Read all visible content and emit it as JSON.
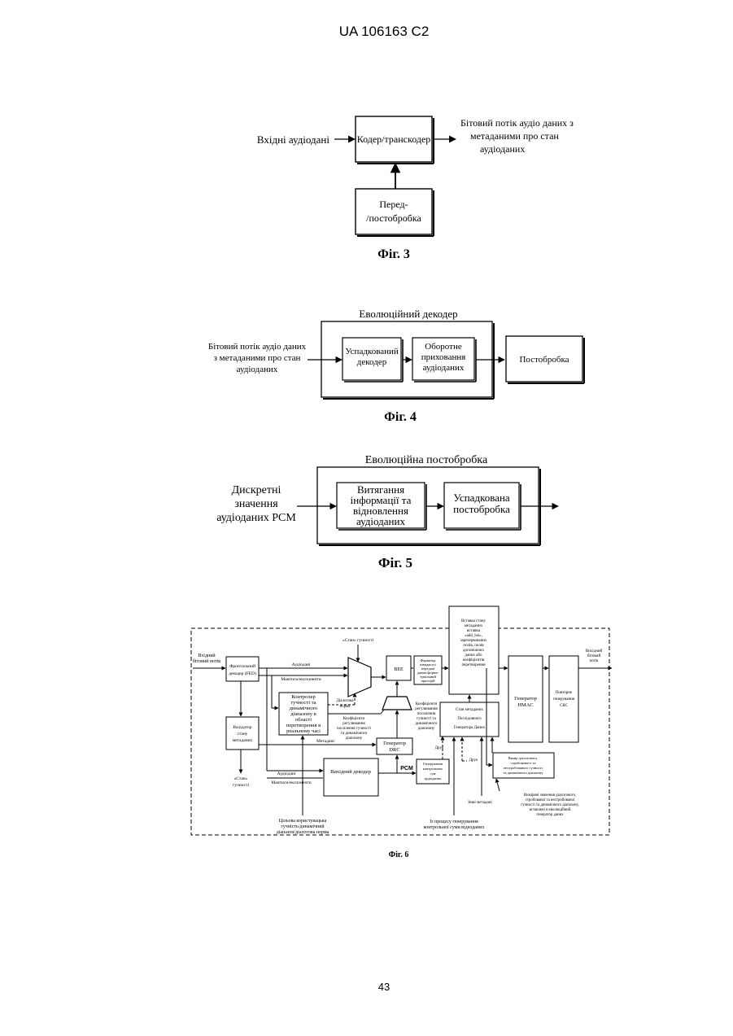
{
  "header": {
    "doc_number": "UA   106163   C2"
  },
  "page_number": "43",
  "fig3": {
    "input_label": "Вхідні аудіодані",
    "encoder_label": "Кодер/транскодер",
    "output_lines": [
      "Бітовий потік аудіо даних з",
      "метаданими про стан",
      "аудіоданих"
    ],
    "pre_lines": [
      "Перед-",
      "/постобробка"
    ],
    "caption": "Фіг. 3"
  },
  "fig4": {
    "title": "Еволюційний декодер",
    "input_lines": [
      "Бітовий потік аудіо даних",
      "з метаданими про стан",
      "аудіоданих"
    ],
    "legacy_decoder_lines": [
      "Успадкований",
      "декодер"
    ],
    "reverse_hiding_lines": [
      "Оборотне",
      "приховання",
      "аудіоданих"
    ],
    "postprocessing": "Постобробка",
    "caption": "Фіг. 4"
  },
  "fig5": {
    "title": "Еволюційна постобробка",
    "input_lines": [
      "Дискретні",
      "значення",
      "аудіоданих PCM"
    ],
    "extract_lines": [
      "Витягання",
      "інформації та",
      "відновлення",
      "аудіоданих"
    ],
    "legacy_post_lines": [
      "Успадкована",
      "постобробка"
    ],
    "caption": "Фіг. 5"
  },
  "fig6": {
    "input_bitstream": [
      "Вхідний",
      "бітовий потік"
    ],
    "fed": [
      "Фронтальний",
      "декодер (FED)"
    ],
    "validator": [
      "Валідатор",
      "стану",
      "метаданих"
    ],
    "state_out": [
      "«Стан»",
      "гучності"
    ],
    "loudness_state_top": "«Стан» гучності",
    "audio_label_1": "Аудіодані",
    "mantissa_label_1": "Мантиси/експоненти",
    "controller": [
      "Контролер",
      "гучності та",
      "динамічного",
      "діапазону в",
      "області",
      "перетворення в",
      "реальному часі"
    ],
    "dialog_norm": [
      "Діалогова",
      "норма"
    ],
    "bee": "BEE",
    "format_box": [
      "Форматор",
      "швидкості",
      "передачі",
      "даних/форма-",
      "тувальний",
      "пристрій"
    ],
    "insert_box": [
      "Вставка стану",
      "метаданих",
      "вставка",
      "«add_bsi»,",
      "зарезервованих",
      "полів, полів",
      "допоміжних",
      "даних або",
      "коефіцієнтів",
      "перетворення"
    ],
    "coef_label_1": [
      "Коефіцієнти",
      "регулювання",
      "посилення гучності",
      "та динамічного",
      "діапазону"
    ],
    "coef_label_2": [
      "Коефіцієнти",
      "регулювання",
      "посилення",
      "гучності та",
      "динамічного",
      "діапазону"
    ],
    "metadata_label": "Метадані",
    "drc_gen": [
      "Генератор",
      "DRC"
    ],
    "pcm_label": "PCM",
    "audio_label_2": "Аудіодані",
    "mantissa_label_2": "Мантиси/експоненти",
    "output_decoder": "Вихідний декодер",
    "checksum_box": [
      "Генерування",
      "контрольних",
      "сум",
      "аудіоданих"
    ],
    "metadata_state_gen": [
      "Стан метаданих",
      "Послідовного",
      "Генератора Даних"
    ],
    "print_label_1": "Друк",
    "print_label_2": "Друк",
    "other_metadata": "Інші метадані",
    "measure_box": [
      "Вимір діалогового,",
      "стробованого та",
      "нестробованого гучності",
      "та динамічного діапазону"
    ],
    "hmac_gen": [
      "Генератор",
      "HMAC"
    ],
    "crc_box": [
      "Повторне",
      "генерування",
      "CRC"
    ],
    "output_bitstream": [
      "Вихідний",
      "бітовий",
      "потік"
    ],
    "target_lines": [
      "Цільова користувацька",
      "гучність/динамічний",
      "діапазон/діалогова норма"
    ],
    "video_checksum_lines": [
      "Із процесу генерування",
      "контрольної суми відеоданих"
    ],
    "measured_values_lines": [
      "Виміряні значення діалогового,",
      "стробованої та нестробованої",
      "гучності та динамічного діапазону,",
      "вставлені в еволюційний",
      "генератор даних"
    ],
    "caption": "Фіг. 6"
  }
}
